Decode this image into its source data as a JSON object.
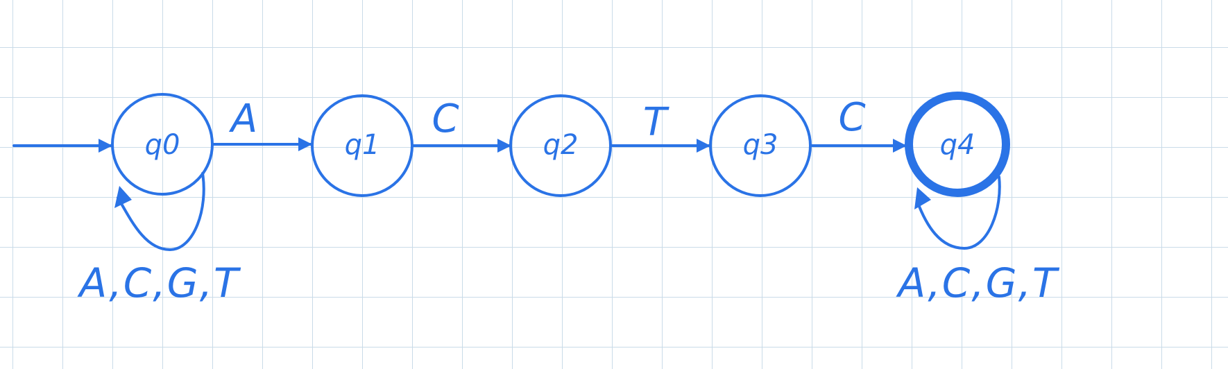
{
  "colors": {
    "ink": "#2a73e6",
    "grid": "#c9dbe8",
    "paper": "#ffffff"
  },
  "states": [
    {
      "id": "q0",
      "label": "q0",
      "start": true,
      "accepting": false
    },
    {
      "id": "q1",
      "label": "q1",
      "start": false,
      "accepting": false
    },
    {
      "id": "q2",
      "label": "q2",
      "start": false,
      "accepting": false
    },
    {
      "id": "q3",
      "label": "q3",
      "start": false,
      "accepting": false
    },
    {
      "id": "q4",
      "label": "q4",
      "start": false,
      "accepting": true
    }
  ],
  "transitions": [
    {
      "from": "q0",
      "to": "q1",
      "label": "A"
    },
    {
      "from": "q1",
      "to": "q2",
      "label": "C"
    },
    {
      "from": "q2",
      "to": "q3",
      "label": "T"
    },
    {
      "from": "q3",
      "to": "q4",
      "label": "C"
    }
  ],
  "self_loops": [
    {
      "state": "q0",
      "label": "A,C,G,T"
    },
    {
      "state": "q4",
      "label": "A,C,G,T"
    }
  ]
}
